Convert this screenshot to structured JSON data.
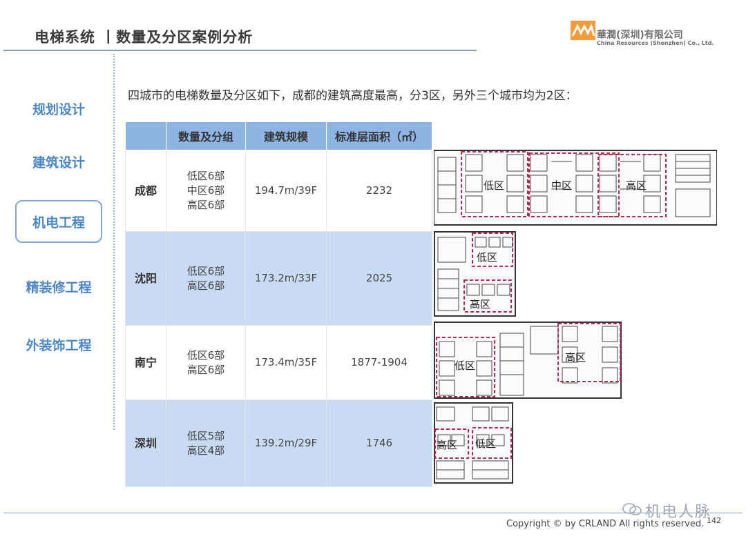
{
  "header": {
    "title": "电梯系统 丨数量及分区案例分析"
  },
  "company": {
    "name_cn": "華潤(深圳)有限公司",
    "name_en": "China Resources (Shenzhen) Co., Ltd.",
    "brand_color": "#f39a3b"
  },
  "sidebar": {
    "items": [
      {
        "label": "规划设计",
        "active": false
      },
      {
        "label": "建筑设计",
        "active": false
      },
      {
        "label": "机电工程",
        "active": true
      },
      {
        "label": "精装修工程",
        "active": false
      },
      {
        "label": "外装饰工程",
        "active": false
      }
    ]
  },
  "intro": "四城市的电梯数量及分区如下，成都的建筑高度最高，分3区，另外三个城市均为2区：",
  "table": {
    "headers": [
      "",
      "数量及分组",
      "建筑规模",
      "标准层面积（㎡）"
    ],
    "rows": [
      {
        "city": "成都",
        "groups": [
          "低区6部",
          "中区6部",
          "高区6部"
        ],
        "scale": "194.7m/39F",
        "area": "2232"
      },
      {
        "city": "沈阳",
        "groups": [
          "低区6部",
          "高区6部"
        ],
        "scale": "173.2m/33F",
        "area": "2025"
      },
      {
        "city": "南宁",
        "groups": [
          "低区6部",
          "高区6部"
        ],
        "scale": "173.4m/35F",
        "area": "1877-1904"
      },
      {
        "city": "深圳",
        "groups": [
          "低区5部",
          "高区4部"
        ],
        "scale": "139.2m/29F",
        "area": "1746"
      }
    ]
  },
  "plans": {
    "chengdu": [
      "低区",
      "中区",
      "高区"
    ],
    "shenyang": [
      "低区",
      "高区"
    ],
    "nanning": [
      "低区",
      "高区"
    ],
    "shenzhen": [
      "高区",
      "低区"
    ]
  },
  "footer": {
    "copyright": "Copyright © by CRLAND All rights reserved.",
    "page": "142"
  },
  "watermark": "机电人脉"
}
